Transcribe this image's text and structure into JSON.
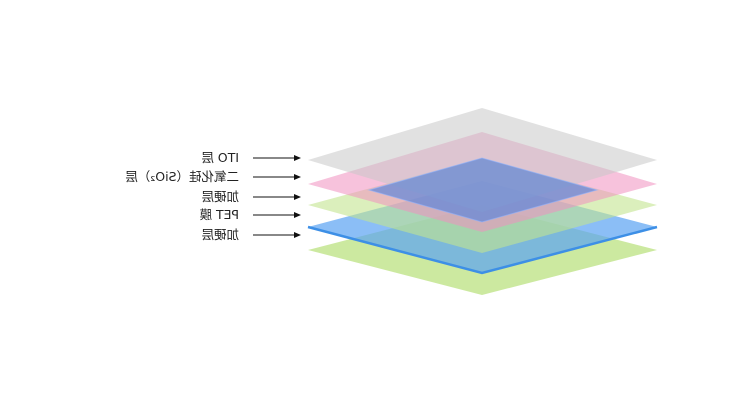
{
  "diagram": {
    "layers": [
      {
        "name": "ito-layer",
        "label": "ITO 层",
        "color": "#c9c9c9"
      },
      {
        "name": "sio2-layer",
        "label": "二氧化硅（SiO₂）层",
        "color": "#f08fc0"
      },
      {
        "name": "hardcoat-top",
        "label": "加硬层",
        "color": "#c3e58f"
      },
      {
        "name": "pet-film",
        "label": "PET 膜",
        "color": "#5aa3f2"
      },
      {
        "name": "hardcoat-bottom",
        "label": "加硬层",
        "color": "#c3e58f"
      }
    ],
    "inner_panel_color": "#5f86d9",
    "edge_color": "#3d8fe6"
  }
}
